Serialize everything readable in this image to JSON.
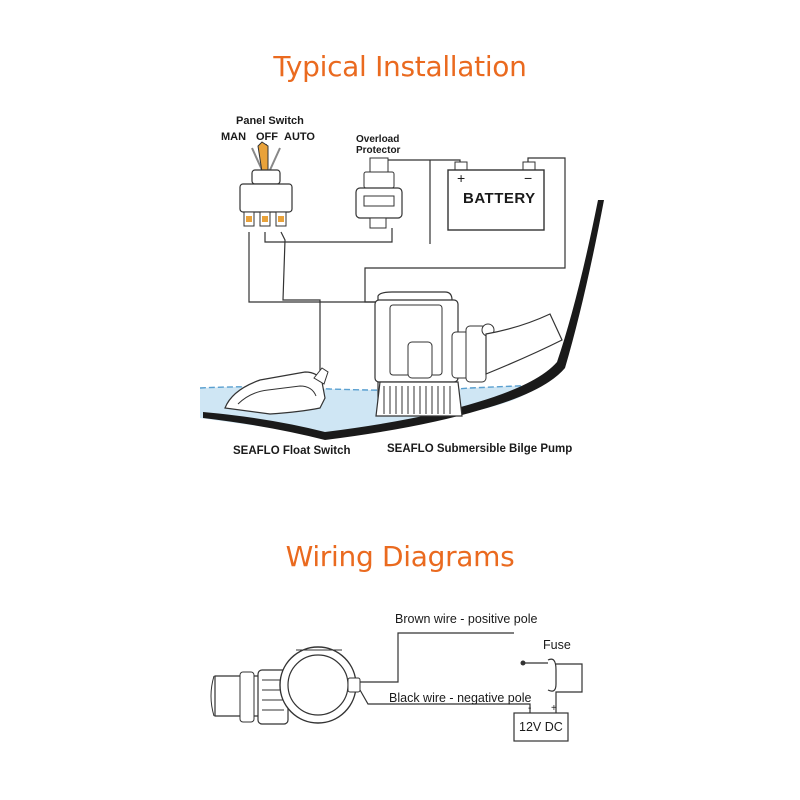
{
  "sections": {
    "installation_title": "Typical Installation",
    "wiring_title": "Wiring Diagrams"
  },
  "installation": {
    "panel_switch": "Panel Switch",
    "switch_positions": [
      "MAN",
      "OFF",
      "AUTO"
    ],
    "overload_protector": [
      "Overload",
      "Protector"
    ],
    "battery": "BATTERY",
    "battery_plus": "+",
    "battery_minus": "−",
    "float_switch": "SEAFLO Float Switch",
    "bilge_pump": "SEAFLO Submersible Bilge Pump"
  },
  "wiring": {
    "brown_wire": "Brown wire - positive pole",
    "black_wire": "Black wire - negative pole",
    "fuse": "Fuse",
    "source": "12V DC",
    "minus": "-",
    "plus": "+"
  },
  "colors": {
    "accent": "#ea6a1f",
    "water": "#cfe6f4",
    "water_line": "#5aa0d0",
    "line": "#1a1a1a"
  }
}
